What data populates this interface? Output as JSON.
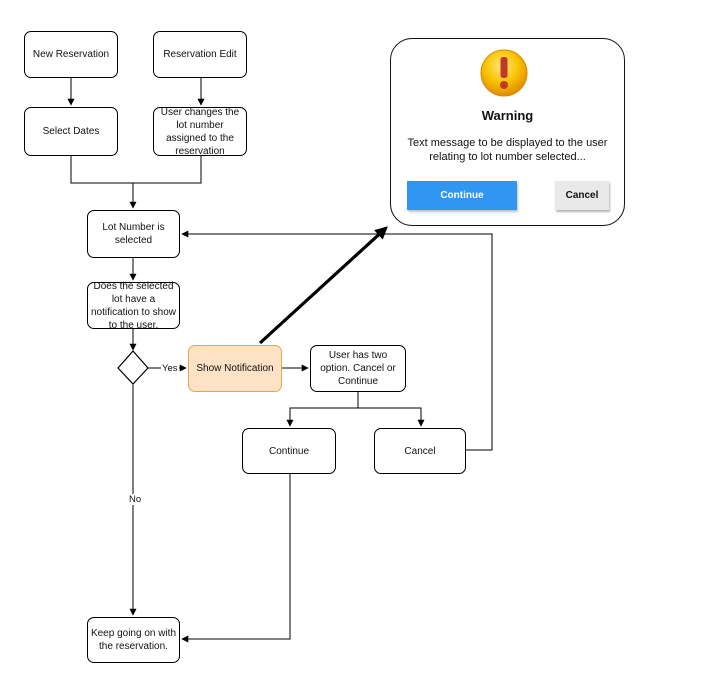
{
  "nodes": {
    "new_reservation": "New Reservation",
    "reservation_edit": "Reservation Edit",
    "select_dates": "Select Dates",
    "user_changes_lot": "User changes the lot number assigned to the reservation",
    "lot_selected": "Lot Number is selected",
    "has_notification": "Does the selected lot have a notification to show to the user.",
    "show_notification": "Show Notification",
    "two_options": "User has two option. Cancel or Continue",
    "continue": "Continue",
    "cancel": "Cancel",
    "keep_going": "Keep going on with the reservation."
  },
  "edge_labels": {
    "yes": "Yes",
    "no": "No"
  },
  "dialog": {
    "title": "Warning",
    "message": "Text message to be displayed to the user relating to lot number selected...",
    "continue_label": "Continue",
    "cancel_label": "Cancel",
    "icon": "warning-exclamation-icon"
  },
  "colors": {
    "highlight_fill": "#fde2c5",
    "highlight_stroke": "#e6a54e",
    "continue_button": "#2f96f2",
    "warning_icon": "#f5b800"
  }
}
